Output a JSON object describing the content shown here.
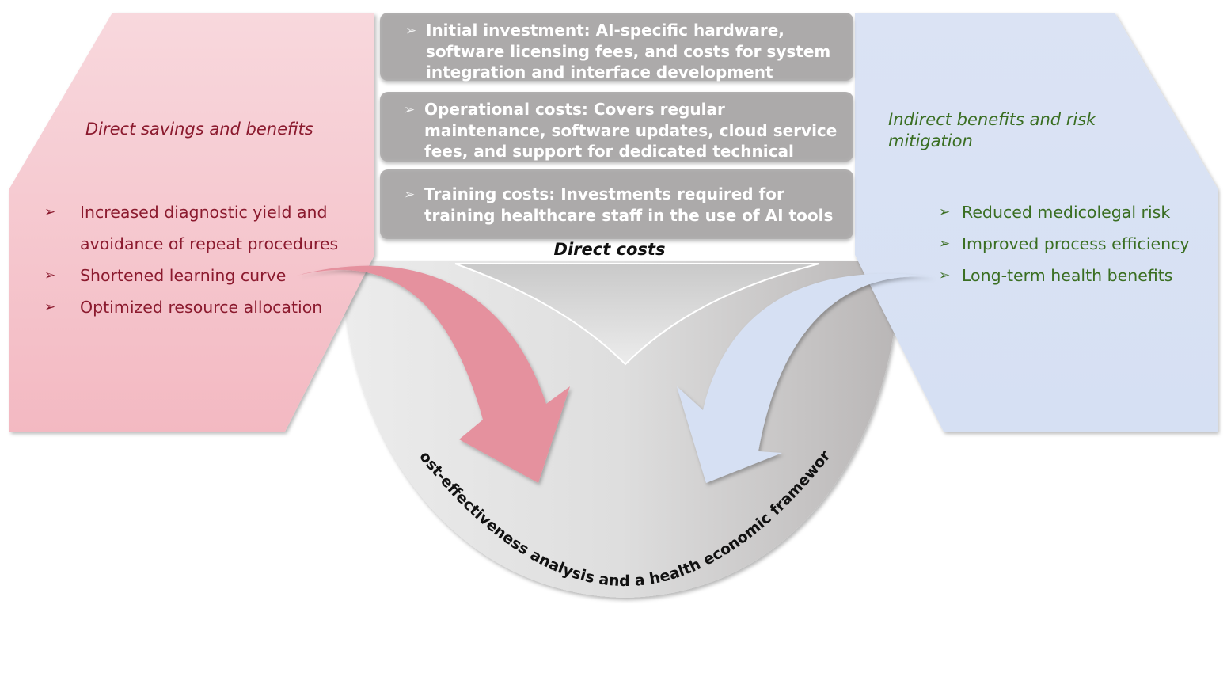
{
  "colors": {
    "pink_panel": "#f6c9d1",
    "pink_text": "#8b1a2e",
    "pink_arrow": "#e58f9c",
    "blue_panel": "#d9e2f3",
    "blue_text": "#3a6e22",
    "blue_arrow": "#d6e0f3",
    "gray_box": "#acaaaa",
    "bowl_gray": "#d4d4d4"
  },
  "left_panel": {
    "title": "Direct savings and benefits",
    "bullet_icon": "arrowhead-bullet",
    "bullet_glyph": "➢",
    "items": [
      "Increased diagnostic yield and avoidance of repeat procedures",
      "Shortened learning curve",
      "Optimized resource allocation"
    ],
    "item0_line1": "Increased diagnostic yield and",
    "item0_line2": "avoidance of repeat procedures"
  },
  "center": {
    "cost_boxes": [
      {
        "text": "Initial investment: AI-specific hardware, software licensing fees, and costs for system integration and interface development"
      },
      {
        "text": "Operational costs: Covers regular maintenance, software updates, cloud service fees, and support for dedicated technical"
      },
      {
        "text": "Training costs: Investments required for training healthcare staff in the use of AI tools"
      }
    ],
    "label": "Direct costs"
  },
  "right_panel": {
    "title": "Indirect benefits and risk mitigation",
    "bullet_glyph": "➢",
    "items": [
      "Reduced medicolegal risk",
      "Improved process efficiency",
      "Long-term health benefits"
    ]
  },
  "bowl": {
    "curved_label": "Cost-effectiveness analysis and a health economic framework"
  }
}
